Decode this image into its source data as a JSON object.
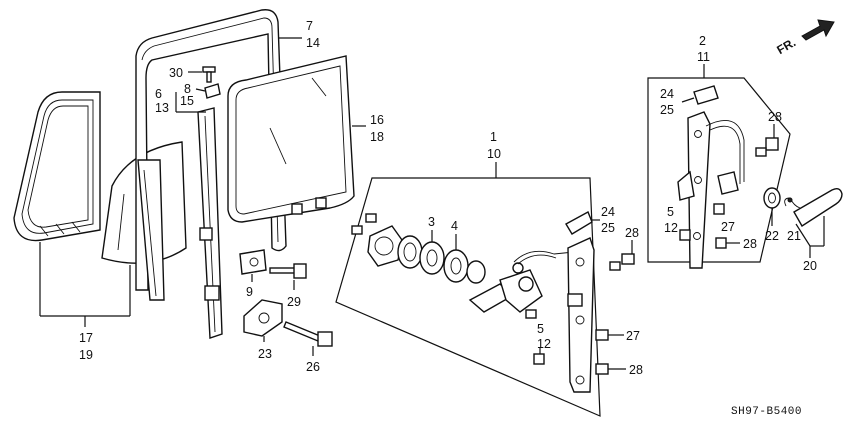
{
  "callouts": {
    "c7": "7",
    "c14": "14",
    "c30": "30",
    "c8": "8",
    "c6": "6",
    "c13": "13",
    "c15": "15",
    "c16": "16",
    "c18": "18",
    "c1": "1",
    "c10": "10",
    "c2": "2",
    "c11": "11",
    "c24a": "24",
    "c25a": "25",
    "c28a": "28",
    "c5a": "5",
    "c12a": "12",
    "c27a": "27",
    "c28b": "28",
    "c22": "22",
    "c21": "21",
    "c20": "20",
    "c3": "3",
    "c4": "4",
    "c24b": "24",
    "c25b": "25",
    "c28c": "28",
    "c9": "9",
    "c29": "29",
    "c23": "23",
    "c26": "26",
    "c5b": "5",
    "c12b": "12",
    "c27b": "27",
    "c28d": "28",
    "c17": "17",
    "c19": "19"
  },
  "direction_indicator": {
    "label": "FR.",
    "icon": "forward-arrow-icon"
  },
  "diagram_code": "SH97-B5400"
}
